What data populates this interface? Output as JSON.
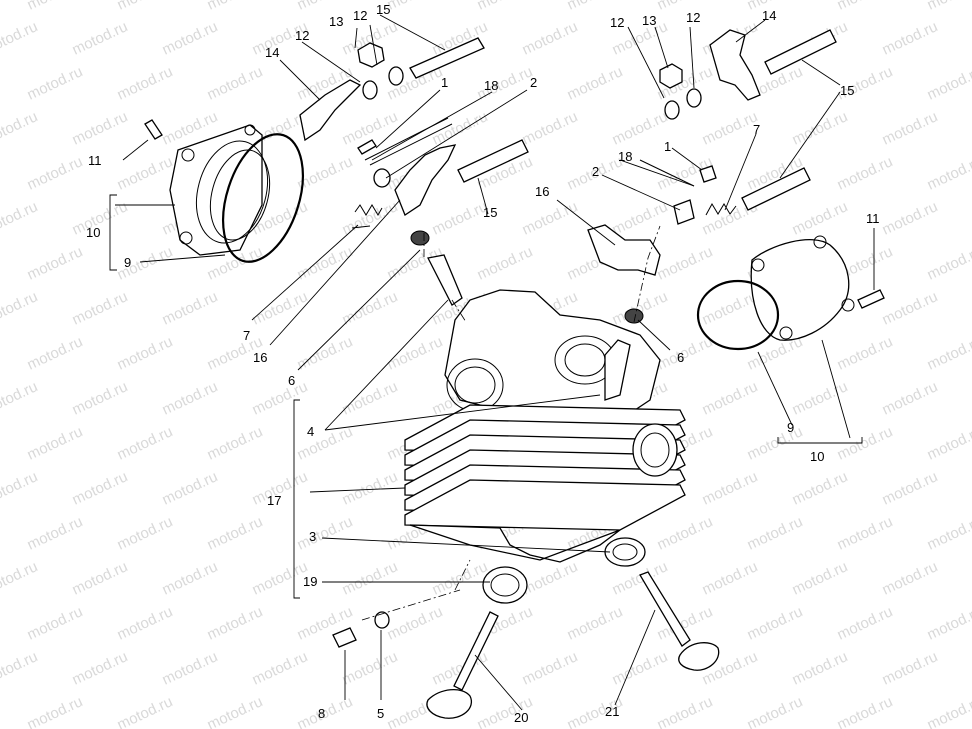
{
  "watermark": "motod.ru",
  "callouts": {
    "c1a": "1",
    "c1b": "1",
    "c2a": "2",
    "c2b": "2",
    "c3": "3",
    "c4": "4",
    "c5": "5",
    "c6a": "6",
    "c6b": "6",
    "c7a": "7",
    "c7b": "7",
    "c8": "8",
    "c9a": "9",
    "c9b": "9",
    "c10a": "10",
    "c10b": "10",
    "c11a": "11",
    "c11b": "11",
    "c12a": "12",
    "c12b": "12",
    "c12c": "12",
    "c12d": "12",
    "c13a": "13",
    "c13b": "13",
    "c14a": "14",
    "c14b": "14",
    "c15a": "15",
    "c15b": "15",
    "c15c": "15",
    "c16a": "16",
    "c16b": "16",
    "c17": "17",
    "c18a": "18",
    "c18b": "18",
    "c19": "19",
    "c20": "20",
    "c21": "21"
  }
}
